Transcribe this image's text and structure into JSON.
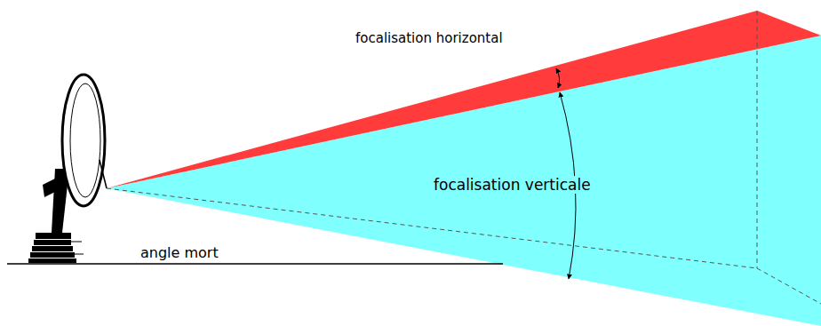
{
  "diagram": {
    "labels": [
      "focalisation horizontal",
      "focalisation verticale",
      "angle mort"
    ]
  }
}
